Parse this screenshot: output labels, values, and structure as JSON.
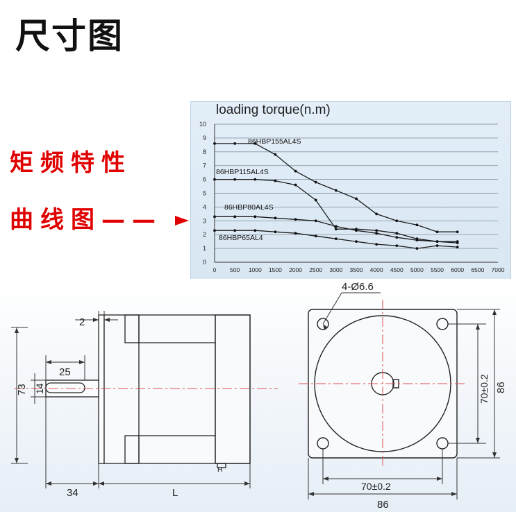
{
  "page": {
    "title": "尺寸图",
    "side_label_line1": "矩频特性",
    "side_label_line2": "曲线图——"
  },
  "chart_data": {
    "type": "line",
    "title": "loading torque(n.m)",
    "xlabel": "",
    "ylabel": "",
    "xlim": [
      0,
      7000
    ],
    "ylim": [
      0,
      10
    ],
    "x_ticks": [
      "0",
      "500",
      "1000",
      "1500",
      "2000",
      "2500",
      "3000",
      "3500",
      "4000",
      "4500",
      "5000",
      "5500",
      "6000",
      "6500",
      "7000"
    ],
    "y_ticks": [
      "0",
      "1",
      "2",
      "3",
      "4",
      "5",
      "6",
      "7",
      "8",
      "9",
      "10"
    ],
    "grid": "horizontal",
    "series": [
      {
        "name": "86HBP155AL4S",
        "points": [
          [
            0,
            8.6
          ],
          [
            500,
            8.6
          ],
          [
            1000,
            8.6
          ],
          [
            1500,
            7.8
          ],
          [
            2000,
            6.6
          ],
          [
            2500,
            5.8
          ],
          [
            3000,
            5.2
          ],
          [
            3500,
            4.6
          ],
          [
            4000,
            3.5
          ],
          [
            4500,
            3.0
          ],
          [
            5000,
            2.7
          ],
          [
            5500,
            2.2
          ],
          [
            6000,
            2.2
          ]
        ]
      },
      {
        "name": "86HBP115AL4S",
        "points": [
          [
            0,
            6.0
          ],
          [
            500,
            6.0
          ],
          [
            1000,
            6.0
          ],
          [
            1500,
            5.9
          ],
          [
            2000,
            5.6
          ],
          [
            2500,
            4.5
          ],
          [
            3000,
            2.4
          ],
          [
            3500,
            2.4
          ],
          [
            4000,
            2.3
          ],
          [
            4500,
            2.1
          ],
          [
            5000,
            1.7
          ],
          [
            5500,
            1.5
          ],
          [
            6000,
            1.4
          ]
        ]
      },
      {
        "name": "86HBP80AL4S",
        "points": [
          [
            0,
            3.3
          ],
          [
            500,
            3.3
          ],
          [
            1000,
            3.3
          ],
          [
            1500,
            3.2
          ],
          [
            2000,
            3.1
          ],
          [
            2500,
            3.0
          ],
          [
            3000,
            2.6
          ],
          [
            3500,
            2.3
          ],
          [
            4000,
            2.1
          ],
          [
            4500,
            1.8
          ],
          [
            5000,
            1.6
          ],
          [
            5500,
            1.5
          ],
          [
            6000,
            1.5
          ]
        ]
      },
      {
        "name": "86HBP65AL4",
        "points": [
          [
            0,
            2.3
          ],
          [
            500,
            2.3
          ],
          [
            1000,
            2.3
          ],
          [
            1500,
            2.2
          ],
          [
            2000,
            2.1
          ],
          [
            2500,
            1.9
          ],
          [
            3000,
            1.7
          ],
          [
            3500,
            1.5
          ],
          [
            4000,
            1.3
          ],
          [
            4500,
            1.2
          ],
          [
            5000,
            1.0
          ],
          [
            5500,
            1.2
          ],
          [
            6000,
            1.1
          ]
        ]
      }
    ]
  },
  "dimensions": {
    "side_view": {
      "flange_thickness": "2",
      "key_length": "25",
      "shaft_total": "73",
      "key_height": "14",
      "shaft_extension": "34",
      "body_length": "L",
      "small_mark": "H"
    },
    "front_view": {
      "holes": "4-Ø6.6",
      "hole_spacing_v": "70±0.2",
      "frame_v": "86",
      "hole_spacing_h": "70±0.2",
      "frame_h": "86"
    }
  },
  "colors": {
    "accent_red": "#e00000",
    "line_dark": "#222222",
    "center_line": "#e05050"
  }
}
